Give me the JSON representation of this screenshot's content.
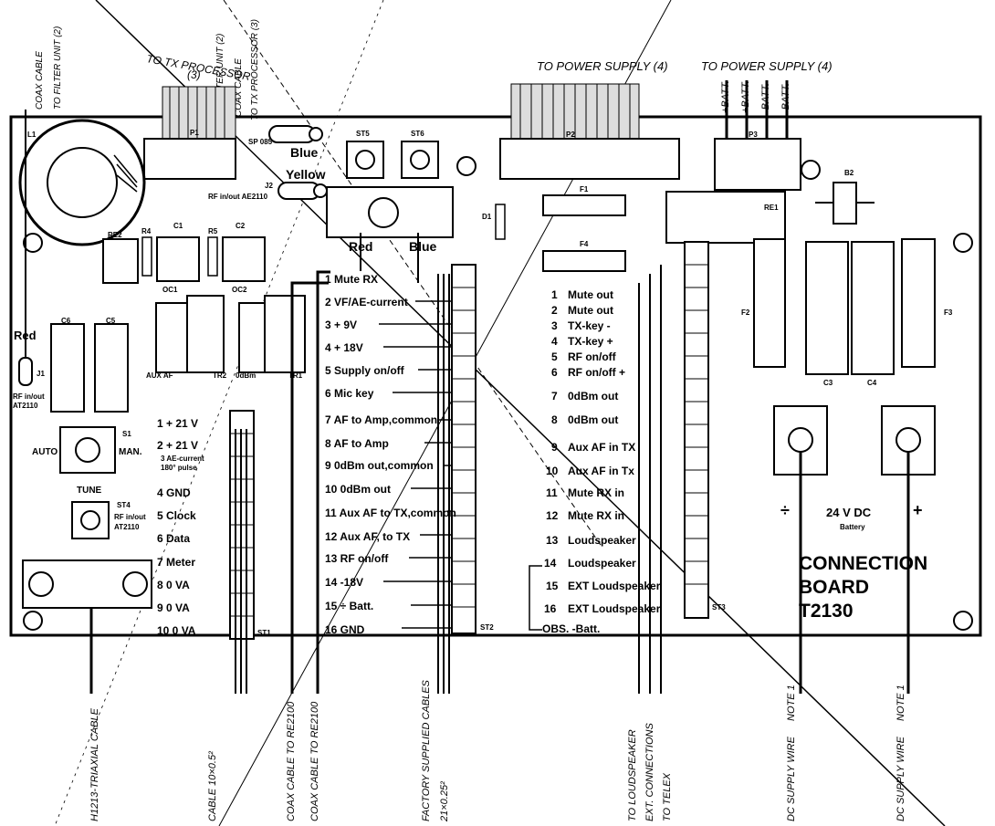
{
  "top_labels": {
    "tx_proc_1": "TO TX PROCESSOR",
    "tx_proc_1_num": "(3)",
    "coax_a1": "COAX CABLE",
    "coax_a2": "TO FILTER UNIT (2)",
    "filter_b1": "TO FILTER UNIT (2)",
    "coax_b": "COAX CABLE",
    "tx_proc_2": "TO TX PROCESSOR (3)",
    "power_supply_1": "TO POWER SUPPLY (4)",
    "power_supply_2": "TO POWER SUPPLY (4)",
    "batt_terminals": [
      "+BATT.",
      "+BATT.",
      "-BATT.",
      "-BATT."
    ]
  },
  "components": {
    "l1": "L1",
    "p1": "P1",
    "p2": "P2",
    "p3": "P3",
    "st5": "ST5",
    "st6": "ST6",
    "j2": "J2",
    "j2_label": "RF in/out AE2110",
    "j3_label": "SP 085",
    "blue": "Blue",
    "yellow": "Yellow",
    "red": "Red",
    "blue2": "Blue",
    "d1": "D1",
    "f1": "F1",
    "f4": "F4",
    "f2": "F2",
    "f3": "F3",
    "re1": "RE1",
    "re2": "RE2",
    "b2": "B2",
    "c1": "C1",
    "c2": "C2",
    "r4": "R4",
    "r5": "R5",
    "oc1": "OC1",
    "oc2": "OC2",
    "c6": "C6",
    "c5": "C5",
    "c3": "C3",
    "c4": "C4",
    "aux_af": "AUX AF",
    "tr2": "TR2",
    "odbm": "0dBm",
    "tr1": "TR1",
    "j1_red": "Red",
    "j1": "J1",
    "j1_label1": "RF in/out",
    "j1_label2": "AT2110",
    "s1": "S1",
    "auto": "AUTO",
    "man": "MAN.",
    "tune": "TUNE",
    "st4": "ST4",
    "st4_label1": "RF in/out",
    "st4_label2": "AT2110",
    "st1": "ST1",
    "st2": "ST2",
    "st3": "ST3"
  },
  "st1_pins": [
    "1 + 21 V",
    "2 + 21 V",
    "4 GND",
    "5 Clock",
    "6 Data",
    "7 Meter",
    "8 0 VA",
    "9 0 VA",
    "10 0 VA"
  ],
  "st1_note1": "3 AE-current",
  "st1_note2": "180° pulse",
  "st2_pins": [
    "1 Mute RX",
    "2 VF/AE-current",
    "3 + 9V",
    "4 + 18V",
    "5 Supply on/off",
    "6 Mic key",
    "7 AF to Amp,common",
    "8 AF to Amp",
    "9 0dBm out,common",
    "10 0dBm out",
    "11 Aux AF to TX,common",
    "12 Aux AF, to TX",
    "13 RF on/off",
    "14 -18V",
    "15 ÷ Batt.",
    "16 GND"
  ],
  "st3_pins": [
    {
      "num": "1",
      "label": "Mute out"
    },
    {
      "num": "2",
      "label": "Mute out"
    },
    {
      "num": "3",
      "label": "TX-key -"
    },
    {
      "num": "4",
      "label": "TX-key +"
    },
    {
      "num": "5",
      "label": "RF on/off"
    },
    {
      "num": "6",
      "label": "RF on/off +"
    },
    {
      "num": "7",
      "label": "0dBm out"
    },
    {
      "num": "8",
      "label": "0dBm out"
    },
    {
      "num": "9",
      "label": "Aux AF in TX"
    },
    {
      "num": "10",
      "label": "Aux AF in Tx"
    },
    {
      "num": "11",
      "label": "Mute RX in"
    },
    {
      "num": "12",
      "label": "Mute RX in"
    },
    {
      "num": "13",
      "label": "Loudspeaker"
    },
    {
      "num": "14",
      "label": "Loudspeaker"
    },
    {
      "num": "15",
      "label": "EXT Loudspeaker"
    },
    {
      "num": "16",
      "label": "EXT Loudspeaker"
    }
  ],
  "obs_batt": "OBS. -Batt.",
  "dc": {
    "minus": "÷",
    "plus": "+",
    "voltage": "24 V DC",
    "battery": "Battery"
  },
  "board_title": [
    "CONNECTION",
    "BOARD",
    "T2130"
  ],
  "bottom_labels": [
    "H1213-TRIAXIAL CABLE",
    "CABLE 10×0.5²",
    "COAX CABLE TO RE2100",
    "COAX CABLE TO RE2100",
    "FACTORY SUPPLIED CABLES",
    "21×0.25²",
    "TO LOUDSPEAKER",
    "EXT. CONNECTIONS",
    "TO TELEX",
    "NOTE 1",
    "DC SUPPLY WIRE",
    "NOTE 1",
    "DC SUPPLY WIRE"
  ]
}
